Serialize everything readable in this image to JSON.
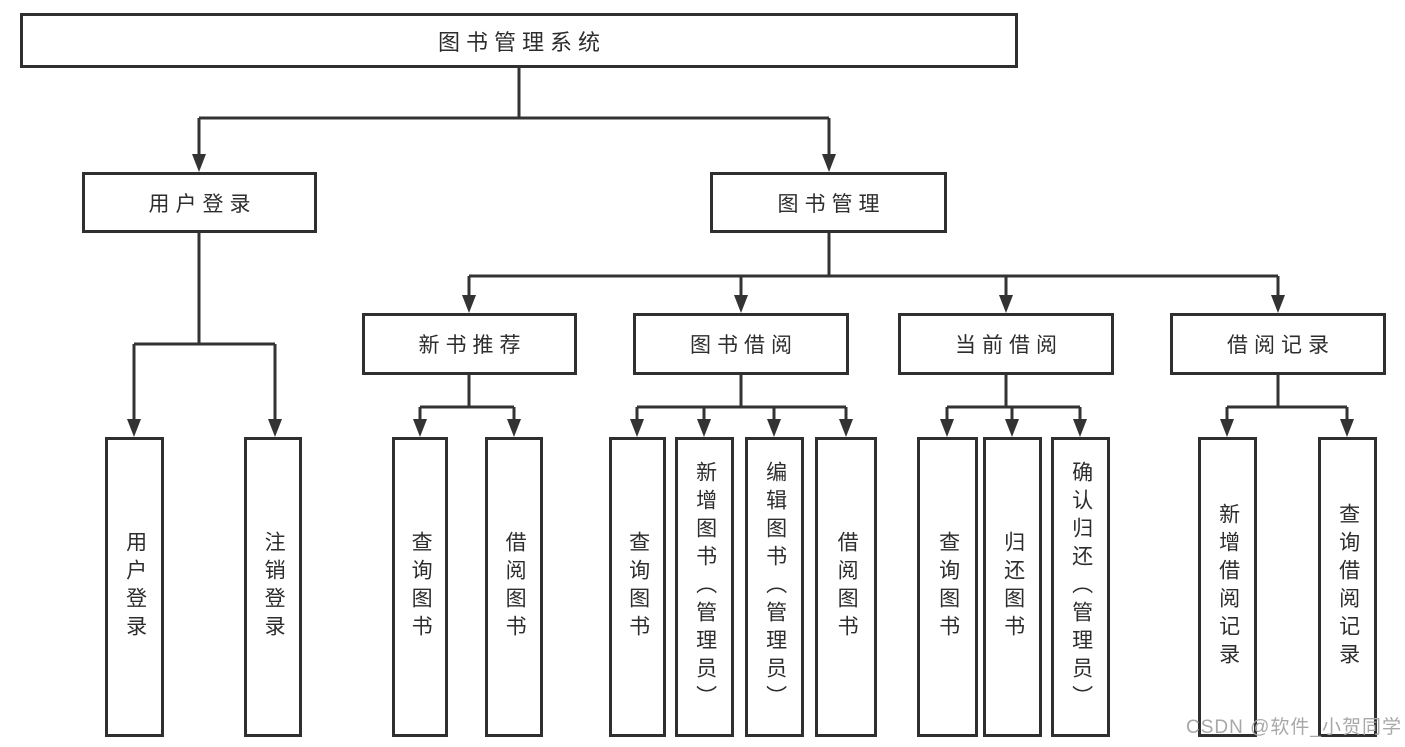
{
  "diagram": {
    "root": {
      "label": "图书管理系统"
    },
    "level2": [
      {
        "label": "用户登录"
      },
      {
        "label": "图书管理"
      }
    ],
    "level3": [
      {
        "label": "新书推荐",
        "parent": "图书管理"
      },
      {
        "label": "图书借阅",
        "parent": "图书管理"
      },
      {
        "label": "当前借阅",
        "parent": "图书管理"
      },
      {
        "label": "借阅记录",
        "parent": "图书管理"
      }
    ],
    "leaves": [
      {
        "label": "用户登录",
        "parent": "用户登录"
      },
      {
        "label": "注销登录",
        "parent": "用户登录"
      },
      {
        "label": "查询图书",
        "parent": "新书推荐"
      },
      {
        "label": "借阅图书",
        "parent": "新书推荐"
      },
      {
        "label": "查询图书",
        "parent": "图书借阅"
      },
      {
        "label": "新增图书（管理员）",
        "parent": "图书借阅"
      },
      {
        "label": "编辑图书（管理员）",
        "parent": "图书借阅"
      },
      {
        "label": "借阅图书",
        "parent": "图书借阅"
      },
      {
        "label": "查询图书",
        "parent": "当前借阅"
      },
      {
        "label": "归还图书",
        "parent": "当前借阅"
      },
      {
        "label": "确认归还（管理员）",
        "parent": "当前借阅"
      },
      {
        "label": "新增借阅记录",
        "parent": "借阅记录"
      },
      {
        "label": "查询借阅记录",
        "parent": "借阅记录"
      }
    ],
    "colors": {
      "line": "#333333",
      "box_border": "#2f2f2f",
      "text": "#2d2d2d",
      "watermark": "#a8a8a8",
      "background": "#ffffff"
    },
    "watermark": {
      "text": "CSDN @软件_小贺同学"
    }
  }
}
